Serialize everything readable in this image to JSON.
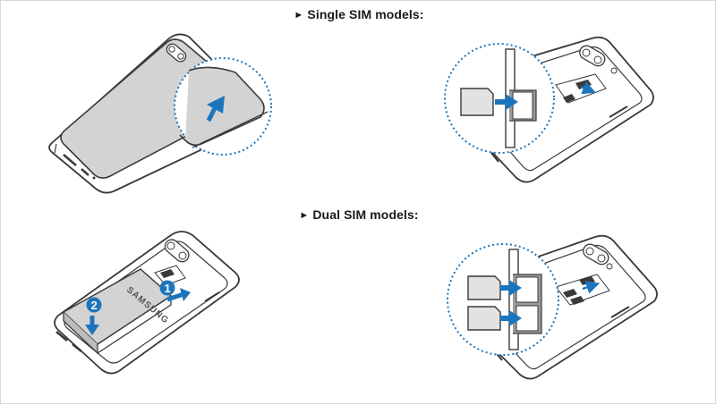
{
  "sections": {
    "single": {
      "marker": "►",
      "title": "Single SIM models:"
    },
    "dual": {
      "marker": "►",
      "title": "Dual SIM models:"
    }
  },
  "phone": {
    "brand": "SAMSUNG"
  },
  "steps": {
    "step1": "1",
    "step2": "2"
  },
  "colors": {
    "outline": "#3a3a3a",
    "cover_fill": "#d3d3d3",
    "sim_fill": "#e2e2e2",
    "arrow_blue": "#1c75bc",
    "dotted_blue": "#1c75bc",
    "badge_blue": "#1c75bc"
  },
  "icons": [
    "arrow-up-icon",
    "arrow-right-icon",
    "sim-card-icon",
    "camera-icon"
  ]
}
